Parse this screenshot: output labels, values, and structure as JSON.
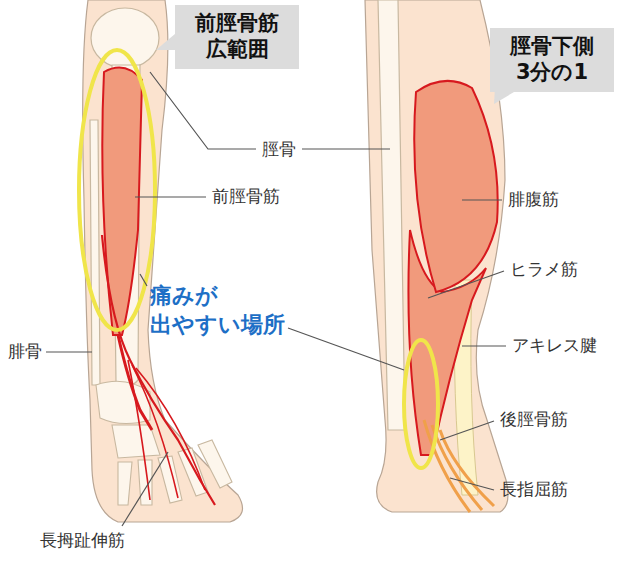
{
  "diagram": {
    "nodes": [
      {
        "text": [
          "前脛骨筋 広範囲"
        ]
      },
      {
        "text": [
          "脛骨下側 3分の1"
        ]
      }
    ],
    "labels": [
      "脛骨",
      "前脛骨筋",
      "腓腹筋",
      "痛みが 出やすい場所",
      "ヒラメ筋",
      "アキレス腱",
      "腓骨",
      "後脛骨筋",
      "長指屈筋",
      "長拇趾伸筋"
    ]
  }
}
